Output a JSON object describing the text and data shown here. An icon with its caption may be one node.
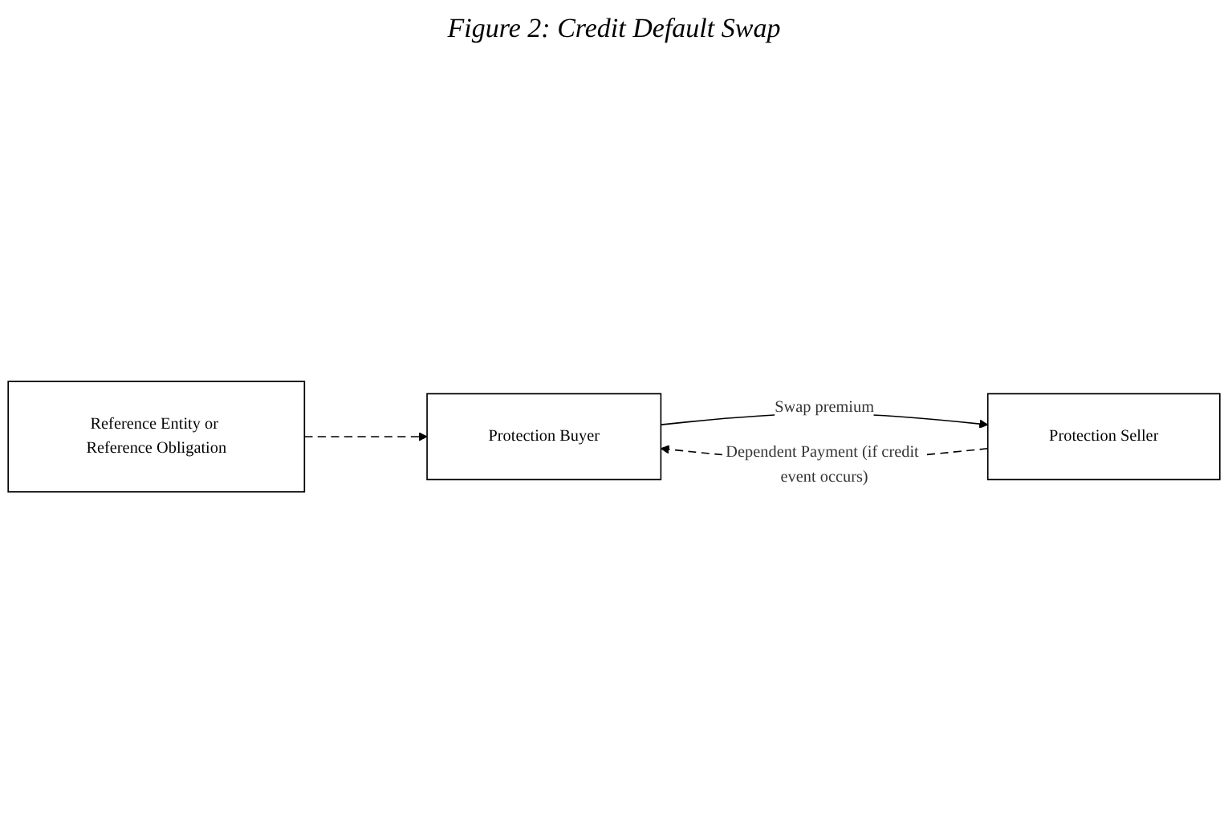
{
  "diagram": {
    "title": "Figure 2: Credit Default Swap",
    "nodes": [
      {
        "text": [
          "Protection Buyer"
        ]
      },
      {
        "text": [
          "Protection Seller"
        ]
      },
      {
        "text": [
          "Reference Entity or Reference Obligation"
        ]
      }
    ],
    "edges": [
      {
        "from": 1,
        "to": 0,
        "arrow": "to",
        "style": "dashed",
        "label": "Dependent Payment (if credit event occurs)"
      },
      {
        "from": 0,
        "to": 1,
        "arrow": "to",
        "label": "Swap premium"
      },
      {
        "from": 2,
        "to": 0,
        "arrow": "to",
        "style": "dashed"
      }
    ]
  }
}
